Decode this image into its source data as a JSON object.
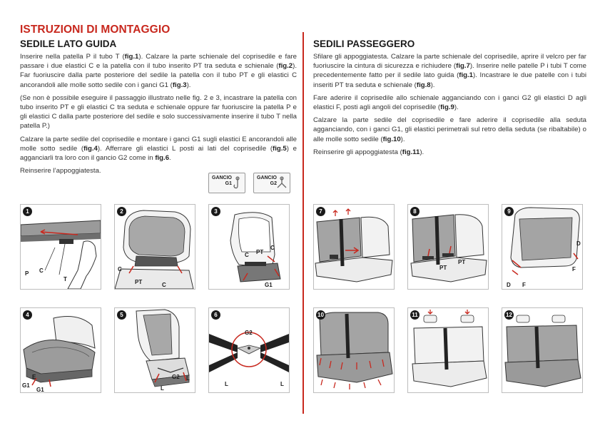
{
  "main_title": "ISTRUZIONI DI MONTAGGIO",
  "left": {
    "title": "SEDILE LATO GUIDA",
    "p1": [
      {
        "t": "Inserire nella patella P il tubo T ("
      },
      {
        "t": "fig.1",
        "b": true
      },
      {
        "t": "). Calzare la parte schienale del coprisedile e fare passare i due elastici C e la patella con il tubo inserito PT tra seduta e schienale ("
      },
      {
        "t": "fig.2",
        "b": true
      },
      {
        "t": "). Far fuoriuscire dalla parte posteriore del sedile la patella con il tubo PT e gli elastici C ancorandoli alle molle sotto sedile con i ganci G1 ("
      },
      {
        "t": "fig.3",
        "b": true
      },
      {
        "t": ")."
      }
    ],
    "p2": [
      {
        "t": "(Se non è possibile eseguire il passaggio illustrato nelle fig. 2 e 3, incastrare la patella con tubo inserito PT e gli elastici C tra seduta e schienale oppure far fuoriuscire la patella P e gli elastici C dalla parte posteriore del sedile e solo successivamente inserire il tubo T nella patella P.)"
      }
    ],
    "p3": [
      {
        "t": "Calzare la parte sedile del coprisedile e montare i ganci G1 sugli elastici E ancorandoli alle molle sotto sedile ("
      },
      {
        "t": "fig.4",
        "b": true
      },
      {
        "t": "). Afferrare gli elastici L posti ai lati del coprisedile ("
      },
      {
        "t": "fig.5",
        "b": true
      },
      {
        "t": ") e agganciarli tra loro con il gancio G2 come in "
      },
      {
        "t": "fig.6",
        "b": true
      },
      {
        "t": "."
      }
    ],
    "p4": [
      {
        "t": "Reinserire l’appoggiatesta."
      }
    ],
    "hook1": {
      "line1": "GANCIO",
      "line2": "G1"
    },
    "hook2": {
      "line1": "GANCIO",
      "line2": "G2"
    }
  },
  "right": {
    "title": "SEDILI PASSEGGERO",
    "p1": [
      {
        "t": "Sfilare gli appoggiatesta. Calzare la parte schienale del coprisedile, aprire il velcro per far fuoriuscire la cintura di sicurezza e richiudere ("
      },
      {
        "t": "fig.7",
        "b": true
      },
      {
        "t": "). Inserire nelle patelle P i tubi T come precedentemente fatto per il sedile lato guida ("
      },
      {
        "t": "fig.1",
        "b": true
      },
      {
        "t": "). Incastrare le due patelle con i tubi inseriti PT tra seduta e schienale ("
      },
      {
        "t": "fig.8",
        "b": true
      },
      {
        "t": ")."
      }
    ],
    "p2": [
      {
        "t": "Fare aderire il coprisedile allo schienale agganciando con i ganci G2 gli elastici D agli elastici F, posti agli angoli del coprisedile ("
      },
      {
        "t": "fig.9",
        "b": true
      },
      {
        "t": ")."
      }
    ],
    "p3": [
      {
        "t": "Calzare la parte sedile del coprisedile e fare aderire il coprisedile alla seduta agganciando, con i ganci G1, gli elastici perimetrali sul retro della seduta (se ribaltabile) o alle molle sotto sedile ("
      },
      {
        "t": "fig.10",
        "b": true
      },
      {
        "t": ")."
      }
    ],
    "p4": [
      {
        "t": "Reinserire gli appoggiatesta ("
      },
      {
        "t": "fig.11",
        "b": true
      },
      {
        "t": ")."
      }
    ]
  },
  "figures": {
    "f1": {
      "num": "1",
      "labels": [
        "P",
        "C",
        "T"
      ]
    },
    "f2": {
      "num": "2",
      "labels": [
        "C",
        "PT",
        "C"
      ]
    },
    "f3": {
      "num": "3",
      "labels": [
        "C",
        "PT",
        "C",
        "G1"
      ]
    },
    "f4": {
      "num": "4",
      "labels": [
        "E",
        "G1",
        "G1"
      ]
    },
    "f5": {
      "num": "5",
      "labels": [
        "G2",
        "L",
        "L"
      ]
    },
    "f6": {
      "num": "6",
      "labels": [
        "G2",
        "L",
        "L"
      ]
    },
    "f7": {
      "num": "7",
      "labels": []
    },
    "f8": {
      "num": "8",
      "labels": [
        "PT",
        "PT"
      ]
    },
    "f9": {
      "num": "9",
      "labels": [
        "D",
        "F",
        "D",
        "F"
      ]
    },
    "f10": {
      "num": "10",
      "labels": []
    },
    "f11": {
      "num": "11",
      "labels": []
    },
    "f12": {
      "num": "12",
      "labels": []
    }
  },
  "colors": {
    "accent": "#c8281e",
    "text": "#333333",
    "cover_gray": "#8c8c8c",
    "seat_light": "#eeeeee"
  }
}
